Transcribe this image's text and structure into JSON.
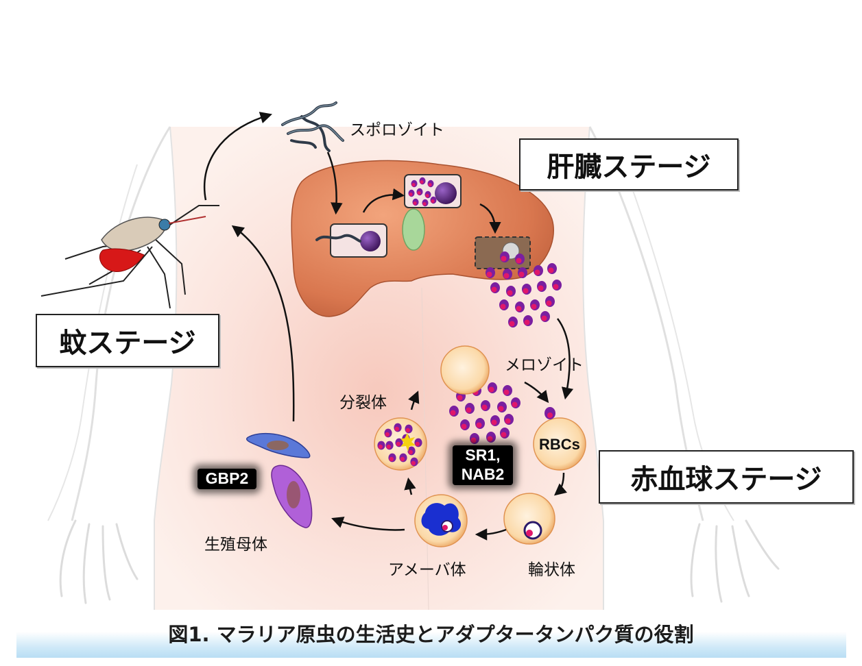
{
  "labels": {
    "sporozoite": "スポロゾイト",
    "merozoite": "メロゾイト",
    "schizont": "分裂体",
    "rbcs": "RBCs",
    "ring": "輪状体",
    "amoeboid": "アメーバ体",
    "gametocyte": "生殖母体"
  },
  "stages": {
    "liver": "肝臓ステージ",
    "mosquito": "蚊ステージ",
    "erythrocyte": "赤血球ステージ"
  },
  "proteins": {
    "gbp2": "GBP2",
    "sr1_line1": "SR1,",
    "sr1_line2": "NAB2"
  },
  "caption": "図1. マラリア原虫の生活史とアダプタータンパク質の役割",
  "colors": {
    "liver": "#d9774f",
    "parasite_nucleus": "#5a2a7a",
    "merozoite_body": "#7a1fa0",
    "merozoite_tip": "#e0176a",
    "rbc_fill": "#fbd9a8",
    "amoeboid_blue": "#1a2fd0",
    "gametocyte_blue": "#5a78d8",
    "gametocyte_purple": "#b060d8",
    "caption_band": "#cfe9f8"
  }
}
